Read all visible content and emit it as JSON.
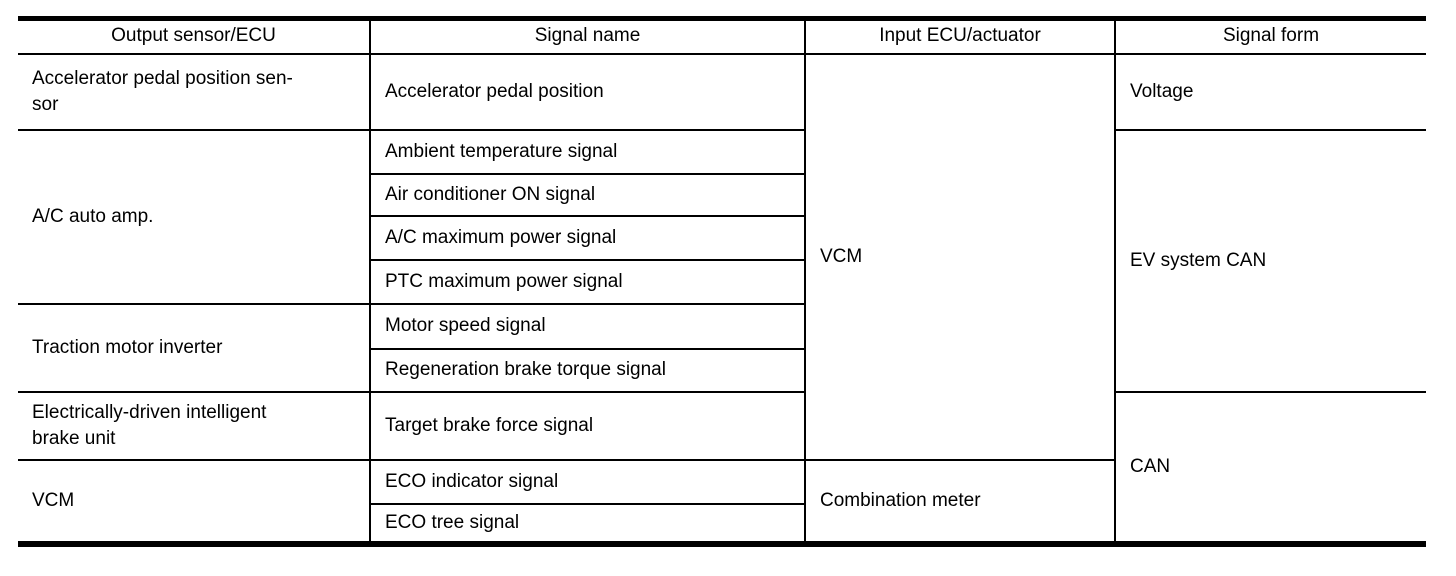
{
  "colors": {
    "background": "#ffffff",
    "text": "#000000",
    "rule": "#000000"
  },
  "table": {
    "headers": [
      "Output sensor/ECU",
      "Signal name",
      "Input ECU/actuator",
      "Signal form"
    ],
    "rows": [
      {
        "output": "Accelerator pedal position sen-\nsor",
        "signal": "Accelerator pedal position",
        "input": "VCM",
        "form": "Voltage"
      },
      {
        "output": "A/C auto amp.",
        "signal": "Ambient temperature signal",
        "form": "EV system CAN"
      },
      {
        "signal": "Air conditioner ON signal"
      },
      {
        "signal": "A/C maximum power signal"
      },
      {
        "signal": "PTC maximum power signal"
      },
      {
        "output": "Traction motor inverter",
        "signal": "Motor speed signal"
      },
      {
        "signal": "Regeneration brake torque signal"
      },
      {
        "output": "Electrically-driven intelligent\nbrake unit",
        "signal": "Target brake force signal",
        "form": "CAN"
      },
      {
        "output": "VCM",
        "signal": "ECO indicator signal",
        "input": "Combination meter"
      },
      {
        "signal": "ECO tree signal"
      }
    ]
  }
}
